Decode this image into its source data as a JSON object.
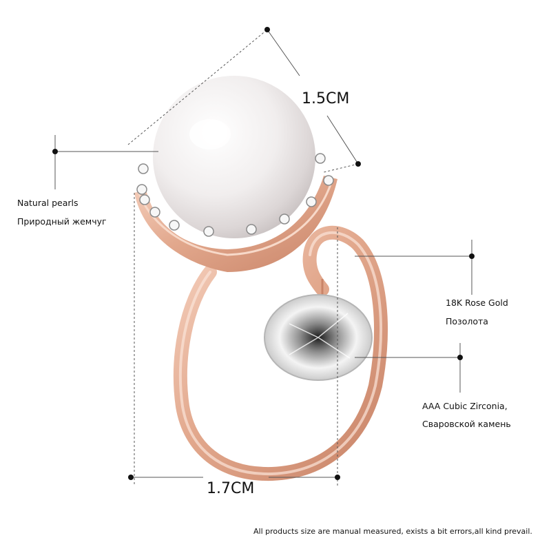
{
  "dimensions": {
    "width_label": "1.5CM",
    "height_label": "1.7CM"
  },
  "callouts": {
    "pearl": {
      "line1": "Natural pearls",
      "line2": "Природный жемчуг"
    },
    "gold": {
      "line1": "18K Rose Gold",
      "line2": "Позолота"
    },
    "stone": {
      "line1": "AAA Cubic Zirconia,",
      "line2": "Сваровской камень"
    }
  },
  "footer_note": "All products size are manual measured, exists a bit errors,all kind prevail.",
  "colors": {
    "rose_gold": "#e8b49c",
    "pearl": "#f4f2f2",
    "background": "#ffffff"
  }
}
